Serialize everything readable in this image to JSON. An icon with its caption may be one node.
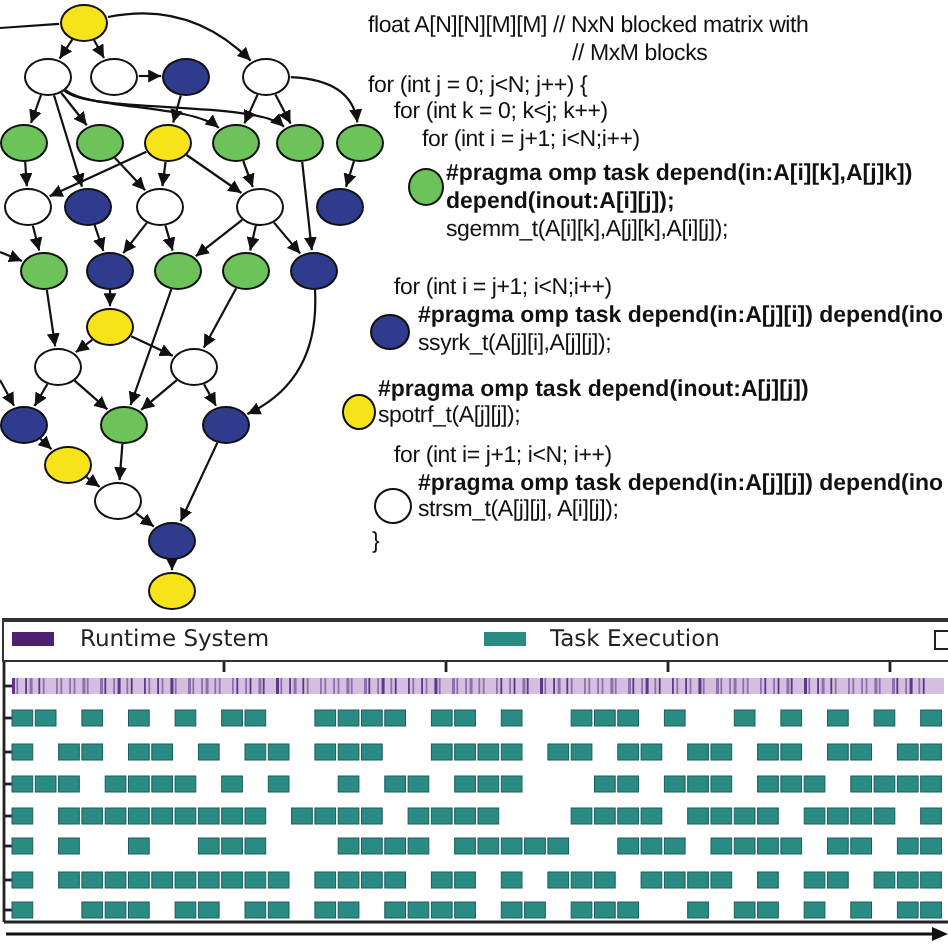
{
  "diagram": {
    "nodes": [
      {
        "text": [],
        "shape": "circle"
      },
      {
        "text": [],
        "shape": "circle"
      },
      {
        "text": [],
        "shape": "circle"
      },
      {
        "text": [],
        "shape": "circle"
      },
      {
        "text": [],
        "shape": "circle"
      },
      {
        "text": [],
        "shape": "circle"
      },
      {
        "text": [],
        "shape": "circle"
      },
      {
        "text": [],
        "shape": "circle"
      },
      {
        "text": [],
        "shape": "circle"
      },
      {
        "text": [],
        "shape": "circle"
      },
      {
        "text": [],
        "shape": "circle"
      },
      {
        "text": [],
        "shape": "circle"
      },
      {
        "text": [],
        "shape": "circle"
      },
      {
        "text": [],
        "shape": "circle"
      },
      {
        "text": [],
        "shape": "circle"
      },
      {
        "text": [],
        "shape": "circle"
      },
      {
        "text": [],
        "shape": "circle"
      },
      {
        "text": [],
        "shape": "circle"
      },
      {
        "text": [],
        "shape": "circle"
      },
      {
        "text": [],
        "shape": "circle"
      },
      {
        "text": [],
        "shape": "circle"
      },
      {
        "text": [],
        "shape": "circle"
      },
      {
        "text": [],
        "shape": "circle"
      },
      {
        "text": [],
        "shape": "circle"
      },
      {
        "text": [],
        "shape": "circle"
      },
      {
        "text": [],
        "shape": "circle"
      },
      {
        "text": [],
        "shape": "circle"
      },
      {
        "text": [],
        "shape": "circle"
      },
      {
        "text": [],
        "shape": "circle"
      },
      {
        "text": [],
        "shape": "circle"
      },
      {
        "text": [],
        "shape": "circle"
      }
    ],
    "edges": [
      {
        "from": 0,
        "to": 1,
        "arrow": "to"
      },
      {
        "from": 0,
        "to": 2,
        "arrow": "to"
      },
      {
        "from": 0,
        "to": 4,
        "arrow": "to"
      },
      {
        "from": 0,
        "to": null,
        "arrow": "none"
      },
      {
        "from": 2,
        "to": 3,
        "arrow": "to"
      },
      {
        "from": 3,
        "to": 7,
        "arrow": "to"
      },
      {
        "from": 1,
        "to": 5,
        "arrow": "to"
      },
      {
        "from": 1,
        "to": 6,
        "arrow": "to"
      },
      {
        "from": 1,
        "to": 12,
        "arrow": "to"
      },
      {
        "from": 1,
        "to": 8,
        "arrow": "to"
      },
      {
        "from": 1,
        "to": 9,
        "arrow": "to"
      },
      {
        "from": 4,
        "to": 8,
        "arrow": "to"
      },
      {
        "from": 4,
        "to": 9,
        "arrow": "to"
      },
      {
        "from": 4,
        "to": 10,
        "arrow": "to"
      },
      {
        "from": 7,
        "to": 11,
        "arrow": "to"
      },
      {
        "from": 7,
        "to": 13,
        "arrow": "to"
      },
      {
        "from": 7,
        "to": 14,
        "arrow": "to"
      },
      {
        "from": 6,
        "to": 13,
        "arrow": "to"
      },
      {
        "from": 8,
        "to": 14,
        "arrow": "to"
      },
      {
        "from": 9,
        "to": 20,
        "arrow": "to"
      },
      {
        "from": 10,
        "to": 15,
        "arrow": "to"
      },
      {
        "from": 5,
        "to": 11,
        "arrow": "to"
      },
      {
        "from": 12,
        "to": 17,
        "arrow": "to"
      },
      {
        "from": 11,
        "to": 16,
        "arrow": "to"
      },
      {
        "from": 13,
        "to": 17,
        "arrow": "to"
      },
      {
        "from": 13,
        "to": 18,
        "arrow": "to"
      },
      {
        "from": 14,
        "to": 18,
        "arrow": "to"
      },
      {
        "from": 14,
        "to": 19,
        "arrow": "to"
      },
      {
        "from": 14,
        "to": 20,
        "arrow": "to"
      },
      {
        "from": null,
        "to": 16,
        "arrow": "to"
      },
      {
        "from": 17,
        "to": 21,
        "arrow": "to"
      },
      {
        "from": 21,
        "to": 22,
        "arrow": "to"
      },
      {
        "from": 21,
        "to": 23,
        "arrow": "to"
      },
      {
        "from": 16,
        "to": 22,
        "arrow": "to"
      },
      {
        "from": 18,
        "to": 25,
        "arrow": "to"
      },
      {
        "from": 19,
        "to": 23,
        "arrow": "to"
      },
      {
        "from": 20,
        "to": 26,
        "arrow": "to"
      },
      {
        "from": 22,
        "to": 24,
        "arrow": "to"
      },
      {
        "from": 22,
        "to": 25,
        "arrow": "to"
      },
      {
        "from": 23,
        "to": 25,
        "arrow": "to"
      },
      {
        "from": 23,
        "to": 26,
        "arrow": "to"
      },
      {
        "from": null,
        "to": 24,
        "arrow": "to"
      },
      {
        "from": 24,
        "to": 27,
        "arrow": "to"
      },
      {
        "from": 25,
        "to": 28,
        "arrow": "to"
      },
      {
        "from": 27,
        "to": 28,
        "arrow": "to"
      },
      {
        "from": 28,
        "to": 29,
        "arrow": "to"
      },
      {
        "from": 26,
        "to": 29,
        "arrow": "to"
      },
      {
        "from": 29,
        "to": 30,
        "arrow": "to"
      }
    ],
    "labels": [
      "float A[N][N][M][M] // NxN blocked matrix with",
      "// MxM blocks",
      "for (int j = 0; j<N; j++) {",
      "for (int k = 0; k<j; k++)",
      "for (int i = j+1; i<N;i++)",
      "#pragma omp task depend(in:A[i][k],A[j]k])",
      "depend(inout:A[i][j]);",
      "sgemm_t(A[i][k],A[j][k],A[i][j]);",
      "for (int i = j+1; i<N;i++)",
      "#pragma omp task depend(in:A[j][i]) depend(ino",
      "ssyrk_t(A[j][i],A[j][j]);",
      "#pragma omp task depend(inout:A[j][j])",
      "spotrf_t(A[j][j]);",
      "for (int i= j+1; i<N; i++)",
      "#pragma omp task depend(in:A[j][j]) depend(ino",
      "strsm_t(A[j][j], A[i][j]);",
      "}"
    ],
    "legend": [
      {
        "text": "Runtime System",
        "color": "#4f1f70"
      },
      {
        "text": "Task Execution",
        "color": "#2a8a84"
      }
    ]
  }
}
